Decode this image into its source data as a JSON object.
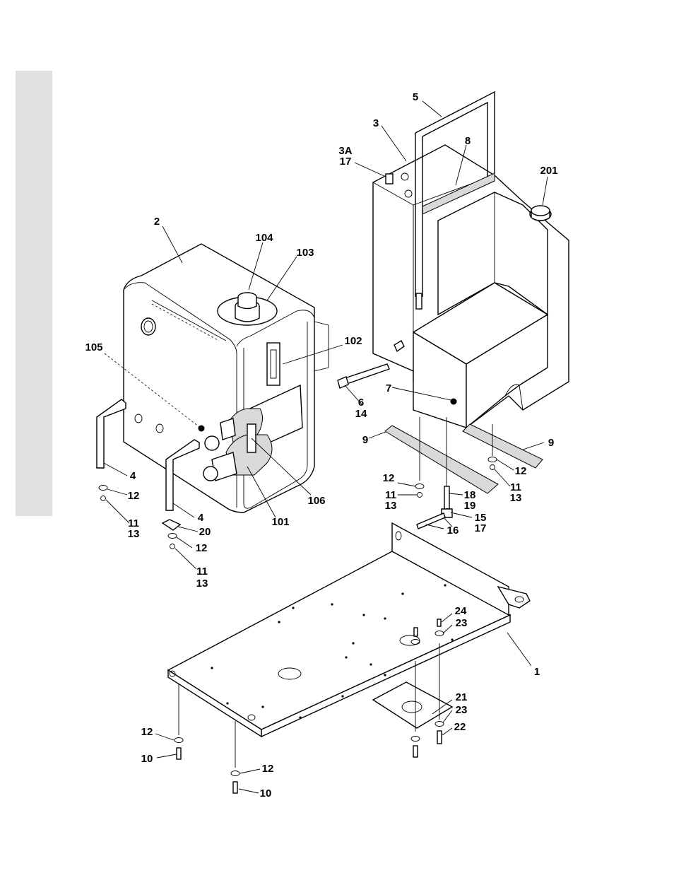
{
  "callouts": [
    {
      "id": "c-5",
      "lines": [
        "5"
      ]
    },
    {
      "id": "c-3",
      "lines": [
        "3"
      ]
    },
    {
      "id": "c-8",
      "lines": [
        "8"
      ]
    },
    {
      "id": "c-3a",
      "lines": [
        "3A",
        "17"
      ]
    },
    {
      "id": "c-201",
      "lines": [
        "201"
      ]
    },
    {
      "id": "c-2",
      "lines": [
        "2"
      ]
    },
    {
      "id": "c-104",
      "lines": [
        "104"
      ]
    },
    {
      "id": "c-103",
      "lines": [
        "103"
      ]
    },
    {
      "id": "c-105",
      "lines": [
        "105"
      ]
    },
    {
      "id": "c-102",
      "lines": [
        "102"
      ]
    },
    {
      "id": "c-6",
      "lines": [
        "6",
        "14"
      ]
    },
    {
      "id": "c-7",
      "lines": [
        "7"
      ]
    },
    {
      "id": "c-9-left",
      "lines": [
        "9"
      ]
    },
    {
      "id": "c-9-right",
      "lines": [
        "9"
      ]
    },
    {
      "id": "c-4-left",
      "lines": [
        "4"
      ]
    },
    {
      "id": "c-12-a",
      "lines": [
        "12"
      ]
    },
    {
      "id": "c-11-a",
      "lines": [
        "11",
        "13"
      ]
    },
    {
      "id": "c-4-right",
      "lines": [
        "4"
      ]
    },
    {
      "id": "c-20",
      "lines": [
        "20"
      ]
    },
    {
      "id": "c-12-b",
      "lines": [
        "12"
      ]
    },
    {
      "id": "c-11-b",
      "lines": [
        "11",
        "13"
      ]
    },
    {
      "id": "c-106",
      "lines": [
        "106"
      ]
    },
    {
      "id": "c-101",
      "lines": [
        "101"
      ]
    },
    {
      "id": "c-12-c",
      "lines": [
        "12"
      ]
    },
    {
      "id": "c-11-c",
      "lines": [
        "11",
        "13"
      ]
    },
    {
      "id": "c-18",
      "lines": [
        "18",
        "19"
      ]
    },
    {
      "id": "c-15",
      "lines": [
        "15",
        "17"
      ]
    },
    {
      "id": "c-16",
      "lines": [
        "16"
      ]
    },
    {
      "id": "c-12-d",
      "lines": [
        "12"
      ]
    },
    {
      "id": "c-11-d",
      "lines": [
        "11",
        "13"
      ]
    },
    {
      "id": "c-24",
      "lines": [
        "24"
      ]
    },
    {
      "id": "c-23-a",
      "lines": [
        "23"
      ]
    },
    {
      "id": "c-1",
      "lines": [
        "1"
      ]
    },
    {
      "id": "c-21",
      "lines": [
        "21"
      ]
    },
    {
      "id": "c-23-b",
      "lines": [
        "23"
      ]
    },
    {
      "id": "c-22",
      "lines": [
        "22"
      ]
    },
    {
      "id": "c-12-e",
      "lines": [
        "12"
      ]
    },
    {
      "id": "c-10-a",
      "lines": [
        "10"
      ]
    },
    {
      "id": "c-12-f",
      "lines": [
        "12"
      ]
    },
    {
      "id": "c-10-b",
      "lines": [
        "10"
      ]
    }
  ]
}
